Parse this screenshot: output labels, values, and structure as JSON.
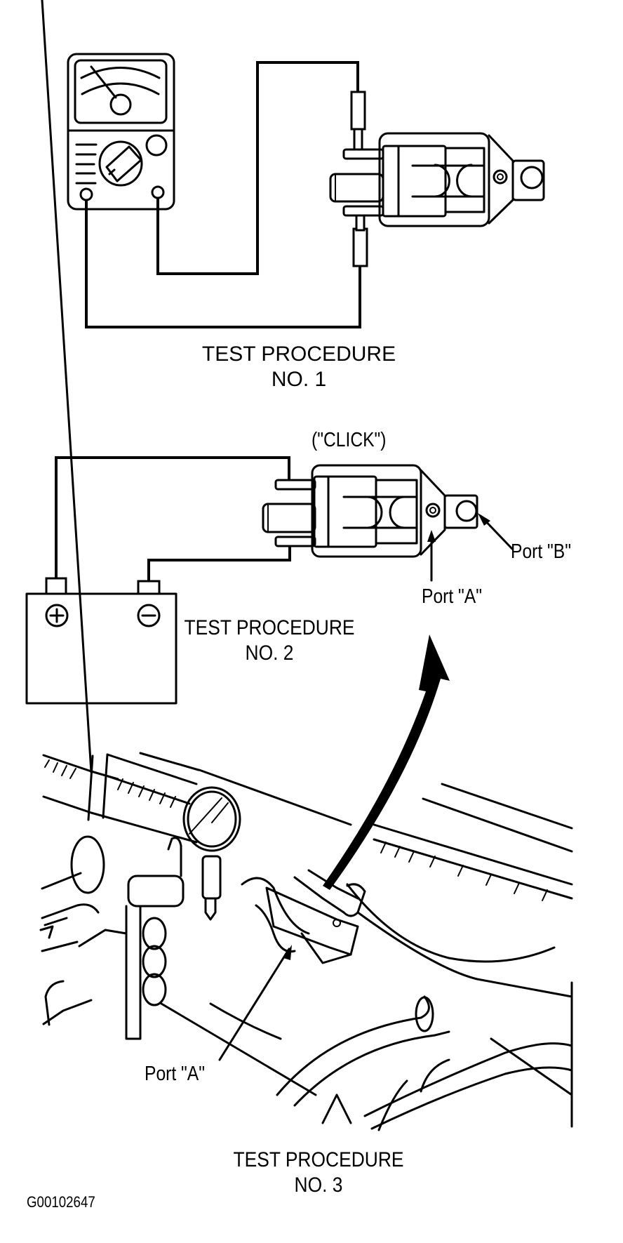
{
  "figure": {
    "id_code": "G00102647",
    "panels": [
      {
        "caption_line1": "TEST PROCEDURE",
        "caption_line2": "NO. 1",
        "components": [
          "analog-multimeter",
          "vacuum-solenoid",
          "test-probe-upper",
          "test-probe-lower"
        ]
      },
      {
        "caption_line1": "TEST PROCEDURE",
        "caption_line2": "NO. 2",
        "sound_label": "(\"CLICK\")",
        "port_b_label": "Port \"B\"",
        "port_a_label": "Port \"A\"",
        "battery_terminals": {
          "positive": "+",
          "negative": "−"
        },
        "components": [
          "battery",
          "vacuum-solenoid"
        ]
      },
      {
        "caption_line1": "TEST PROCEDURE",
        "caption_line2": "NO. 3",
        "port_a_label": "Port \"A\"",
        "components": [
          "vacuum-gauge",
          "hand-vacuum-pump",
          "solenoid-on-engine",
          "hoses"
        ]
      }
    ]
  }
}
